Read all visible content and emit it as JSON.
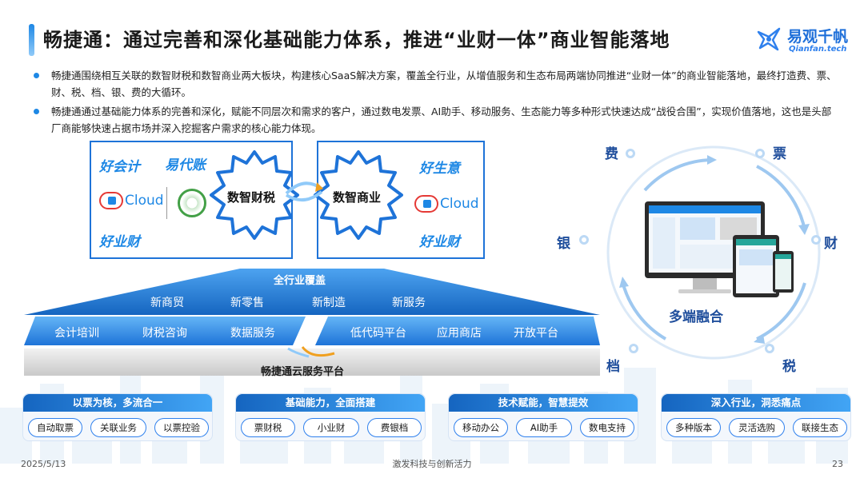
{
  "header": {
    "title": "畅捷通：通过完善和深化基础能力体系，推进“业财一体”商业智能落地",
    "logo_name": "易观千帆",
    "logo_sub": "Qianfan.tech"
  },
  "bullets": [
    "畅捷通围绕相互关联的数智财税和数智商业两大板块，构建核心SaaS解决方案，覆盖全行业，从增值服务和生态布局两端协同推进“业财一体”的商业智能落地，最终打造费、票、财、税、档、银、费的大循环。",
    "畅捷通通过基础能力体系的完善和深化，赋能不同层次和需求的客户，通过数电发票、AI助手、移动服务、生态能力等多种形式快速达成“战役合围”，实现价值落地，这也是头部厂商能够快速占据市场并深入挖掘客户需求的核心能力体现。"
  ],
  "ecosystem": {
    "left_brands": [
      "好会计",
      "易代账",
      "Cloud",
      "好业财"
    ],
    "left_gear": "数智财税",
    "right_gear": "数智商业",
    "right_brands": [
      "好生意",
      "Cloud",
      "好业财"
    ]
  },
  "platform": {
    "top_title": "全行业覆盖",
    "top_items": [
      "新商贸",
      "新零售",
      "新制造",
      "新服务"
    ],
    "mid_left": [
      "会计培训",
      "财税咨询",
      "数据服务"
    ],
    "mid_right": [
      "低代码平台",
      "应用商店",
      "开放平台"
    ],
    "base_title": "畅捷通云服务平台"
  },
  "cycle": {
    "labels": {
      "fee_top": "费",
      "ticket": "票",
      "finance": "财",
      "tax": "税",
      "archive": "档",
      "bank": "银"
    },
    "center": "多端融合"
  },
  "cards": [
    {
      "title": "以票为核，多流合一",
      "pills": [
        "自动取票",
        "关联业务",
        "以票控验"
      ]
    },
    {
      "title": "基础能力，全面搭建",
      "pills": [
        "票财税",
        "小业财",
        "费银档"
      ]
    },
    {
      "title": "技术赋能，智慧提效",
      "pills": [
        "移动办公",
        "AI助手",
        "数电支持"
      ]
    },
    {
      "title": "深入行业，洞悉痛点",
      "pills": [
        "多种版本",
        "灵活选购",
        "联接生态"
      ]
    }
  ],
  "footer": {
    "date": "2025/5/13",
    "center": "激发科技与创新活力",
    "page": "23"
  },
  "colors": {
    "accent": "#1e88e5",
    "dark_blue": "#1f4e9c",
    "platform_gray": "#dcdcdc"
  }
}
